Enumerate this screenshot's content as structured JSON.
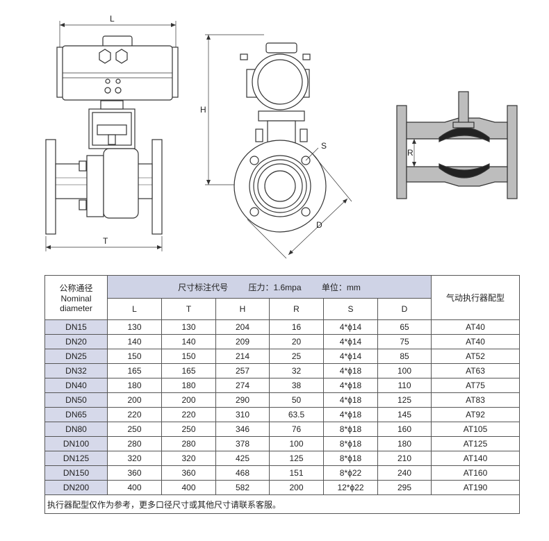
{
  "drawing": {
    "dim_L": "L",
    "dim_T": "T",
    "dim_H": "H",
    "dim_S": "S",
    "dim_D": "D",
    "dim_R": "R"
  },
  "table": {
    "nominal_cn": "公称通径",
    "nominal_en1": "Nominal",
    "nominal_en2": "diameter",
    "group_title": "尺寸标注代号",
    "pressure": "压力：1.6mpa",
    "unit": "单位：mm",
    "actuator_header": "气动执行器配型",
    "columns": [
      "L",
      "T",
      "H",
      "R",
      "S",
      "D"
    ],
    "rows": [
      {
        "dn": "DN15",
        "L": "130",
        "T": "130",
        "H": "204",
        "R": "16",
        "S": "4*ϕ14",
        "D": "65",
        "at": "AT40"
      },
      {
        "dn": "DN20",
        "L": "140",
        "T": "140",
        "H": "209",
        "R": "20",
        "S": "4*ϕ14",
        "D": "75",
        "at": "AT40"
      },
      {
        "dn": "DN25",
        "L": "150",
        "T": "150",
        "H": "214",
        "R": "25",
        "S": "4*ϕ14",
        "D": "85",
        "at": "AT52"
      },
      {
        "dn": "DN32",
        "L": "165",
        "T": "165",
        "H": "257",
        "R": "32",
        "S": "4*ϕ18",
        "D": "100",
        "at": "AT63"
      },
      {
        "dn": "DN40",
        "L": "180",
        "T": "180",
        "H": "274",
        "R": "38",
        "S": "4*ϕ18",
        "D": "110",
        "at": "AT75"
      },
      {
        "dn": "DN50",
        "L": "200",
        "T": "200",
        "H": "290",
        "R": "50",
        "S": "4*ϕ18",
        "D": "125",
        "at": "AT83"
      },
      {
        "dn": "DN65",
        "L": "220",
        "T": "220",
        "H": "310",
        "R": "63.5",
        "S": "4*ϕ18",
        "D": "145",
        "at": "AT92"
      },
      {
        "dn": "DN80",
        "L": "250",
        "T": "250",
        "H": "346",
        "R": "76",
        "S": "8*ϕ18",
        "D": "160",
        "at": "AT105"
      },
      {
        "dn": "DN100",
        "L": "280",
        "T": "280",
        "H": "378",
        "R": "100",
        "S": "8*ϕ18",
        "D": "180",
        "at": "AT125"
      },
      {
        "dn": "DN125",
        "L": "320",
        "T": "320",
        "H": "425",
        "R": "125",
        "S": "8*ϕ18",
        "D": "210",
        "at": "AT140"
      },
      {
        "dn": "DN150",
        "L": "360",
        "T": "360",
        "H": "468",
        "R": "151",
        "S": "8*ϕ22",
        "D": "240",
        "at": "AT160"
      },
      {
        "dn": "DN200",
        "L": "400",
        "T": "400",
        "H": "582",
        "R": "200",
        "S": "12*ϕ22",
        "D": "295",
        "at": "AT190"
      }
    ],
    "note": "执行器配型仅作为参考，更多口径尺寸或其他尺寸请联系客服。"
  }
}
